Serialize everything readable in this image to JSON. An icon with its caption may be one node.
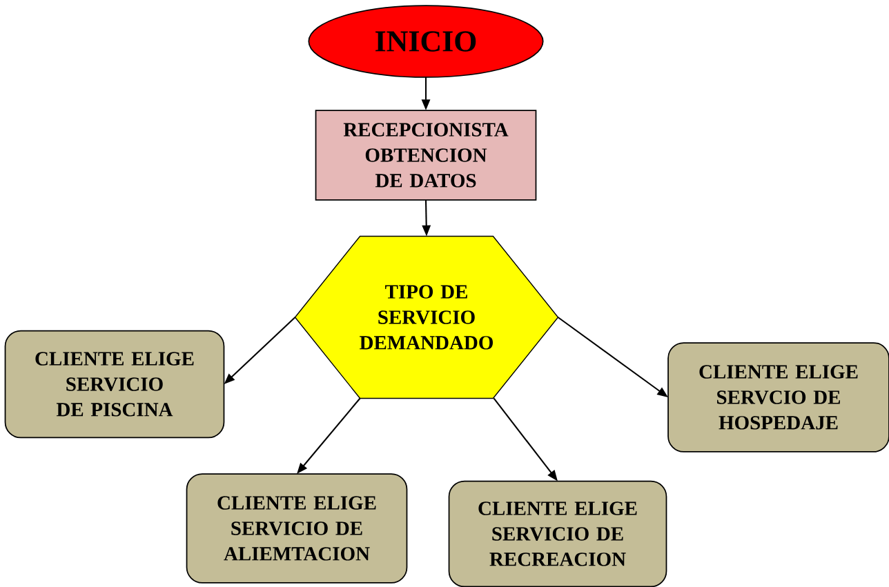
{
  "diagram": {
    "nodes": [
      {
        "text": [
          "INICIO"
        ]
      },
      {
        "text": [
          "RECEPCIONISTA OBTENCION DE DATOS"
        ]
      },
      {
        "text": [
          "TIPO DE SERVICIO DEMANDADO"
        ]
      },
      {
        "text": [
          "CLIENTE ELIGE SERVICIO DE PISCINA"
        ]
      },
      {
        "text": [
          "CLIENTE ELIGE SERVCIO DE HOSPEDAJE"
        ]
      },
      {
        "text": [
          "CLIENTE ELIGE SERVICIO DE ALIEMTACION"
        ]
      },
      {
        "text": [
          "CLIENTE ELIGE SERVICIO DE RECREACION"
        ]
      }
    ],
    "edges": [
      {
        "from": 0,
        "to": 1,
        "arrow": "to"
      },
      {
        "from": 1,
        "to": 2,
        "arrow": "to"
      },
      {
        "from": 2,
        "to": 3,
        "arrow": "to"
      },
      {
        "from": 2,
        "to": 4,
        "arrow": "to"
      },
      {
        "from": 2,
        "to": 5,
        "arrow": "to"
      },
      {
        "from": 2,
        "to": 6,
        "arrow": "to"
      }
    ]
  }
}
